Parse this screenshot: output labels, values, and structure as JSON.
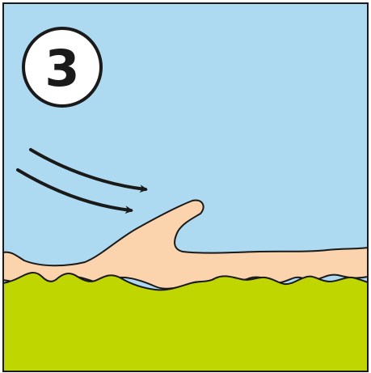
{
  "step_badge": {
    "number": "3"
  },
  "colors": {
    "sky": "#addaf1",
    "sand": "#fbd3ad",
    "grass": "#bfd600",
    "outline": "#1a1a1a",
    "badge_fill": "#ffffff"
  },
  "icons": {
    "wind": "two-curved-arrows",
    "feature": "sand-dune-with-overhanging-crest"
  }
}
